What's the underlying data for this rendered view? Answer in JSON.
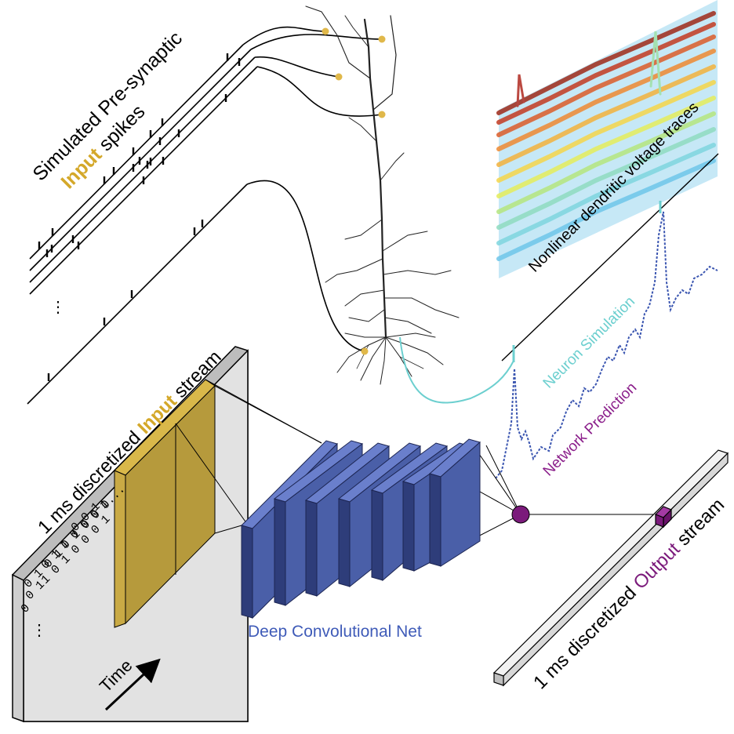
{
  "labels": {
    "presynaptic_line1": "Simulated Pre-synaptic",
    "presynaptic_line2_accent": "Input",
    "presynaptic_line2_rest": " spikes",
    "input_stream_prefix": "1 ms discretized ",
    "input_stream_accent": "Input",
    "input_stream_suffix": " stream",
    "dendritic_traces": "Nonlinear dendritic voltage traces",
    "neuron_simulation": "Neuron Simulation",
    "network_prediction": "Network Prediction",
    "deep_net": "Deep Convolutional Net",
    "output_stream_prefix": "1 ms discretized ",
    "output_stream_accent": "Output",
    "output_stream_suffix": " stream",
    "time": "Time",
    "ellipsis": "⋮"
  },
  "binary_rows": [
    "0 0 1",
    "1 0 0 0 1",
    "0 1 0 1 0 0 0...",
    "1 0 1 0 0 0 1",
    "0 1 0 1",
    "0 1",
    "0"
  ],
  "colors": {
    "input_accent": "#d4a82a",
    "output_accent": "#7b1a7b",
    "conv_blue": "#4a5fa8",
    "conv_dark": "#2e3d7a",
    "deep_net_text": "#3f5bb8",
    "simulation_cyan": "#6ccfcf",
    "prediction_blue": "#3a55b0",
    "prediction_text": "#8b1f8b",
    "yellow_slab": "#b69a3c",
    "panel_gray": "#e2e2e2",
    "spike_dot": "#e0b84a"
  },
  "icons": [
    "time-arrow-icon",
    "neuron-morphology-icon",
    "output-node-icon"
  ]
}
